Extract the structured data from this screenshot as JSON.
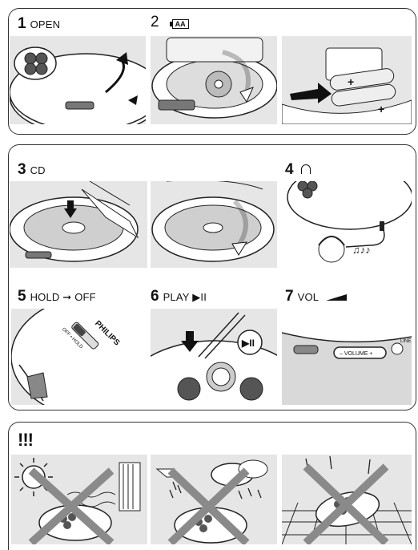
{
  "section1": {
    "steps": [
      {
        "number": "1",
        "label": "OPEN"
      },
      {
        "number": "2",
        "label": "",
        "icon": "aa-battery-icon",
        "icon_text": "AA"
      }
    ]
  },
  "section2": {
    "steps": [
      {
        "number": "3",
        "label": "CD"
      },
      {
        "number": "4",
        "label": "",
        "icon": "headphone-icon"
      },
      {
        "number": "5",
        "label": "HOLD ➞ OFF"
      },
      {
        "number": "6",
        "label": "PLAY ▶II"
      },
      {
        "number": "7",
        "label": "VOL",
        "icon": "volume-wedge-icon"
      }
    ],
    "device_text": {
      "brand": "PHILIPS",
      "hold_switch": "OFF • HOLD",
      "volume": "– VOLUME +",
      "line_jack": "LINE",
      "play_button": "▶II"
    }
  },
  "section3": {
    "title": "!!!"
  }
}
